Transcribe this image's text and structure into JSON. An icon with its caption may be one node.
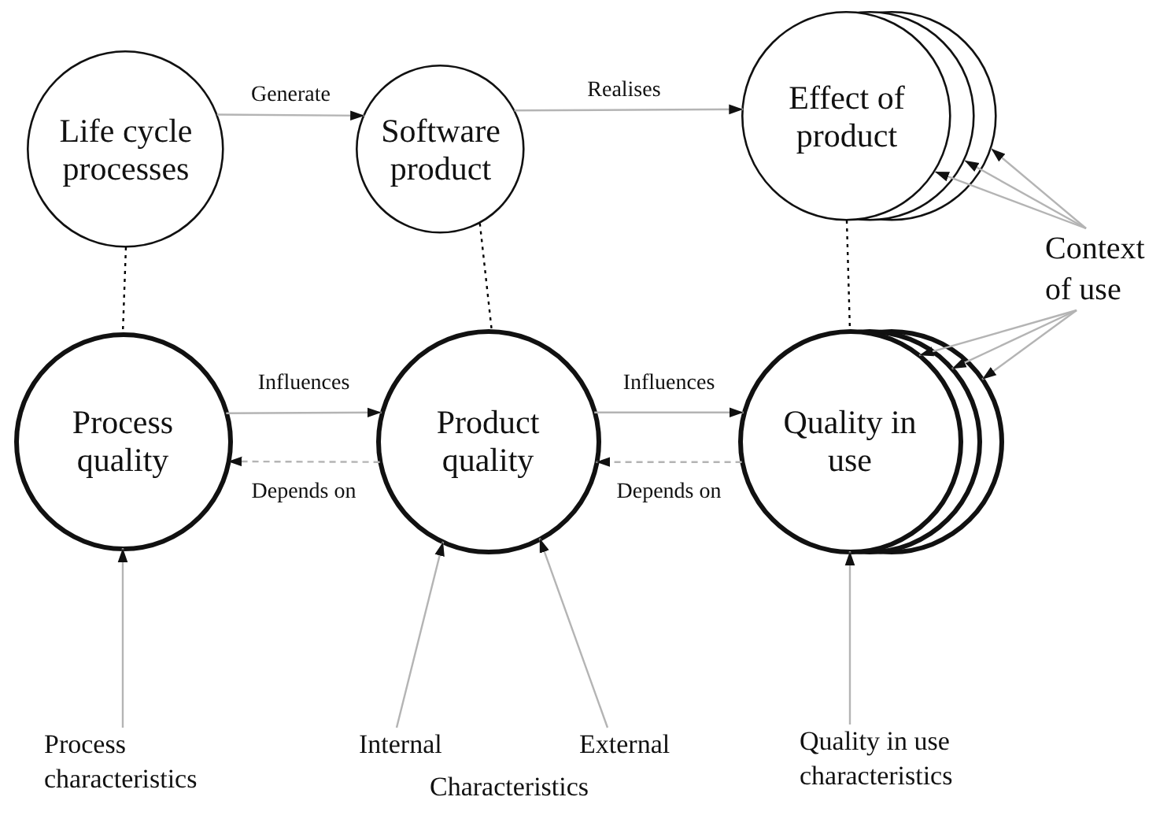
{
  "diagram": {
    "nodes": [
      {
        "text": [
          "Life cycle processes"
        ]
      },
      {
        "text": [
          "Software product"
        ]
      },
      {
        "text": [
          "Effect of product"
        ]
      },
      {
        "text": [
          "Context of use"
        ]
      },
      {
        "text": [
          "Process quality"
        ]
      },
      {
        "text": [
          "Product quality"
        ]
      },
      {
        "text": [
          "Quality in use"
        ]
      },
      {
        "text": [
          "Process characteristics"
        ]
      },
      {
        "text": [
          "Internal"
        ]
      },
      {
        "text": [
          "External"
        ]
      },
      {
        "text": [
          "Quality in use characteristics"
        ]
      }
    ],
    "edges": [
      {
        "from": 0,
        "to": 1,
        "arrow": "to",
        "label": "Generate"
      },
      {
        "from": 1,
        "to": 2,
        "arrow": "to",
        "label": "Realises"
      },
      {
        "from": 0,
        "to": 4,
        "arrow": "none",
        "style": "dashed",
        "color": "#000000"
      },
      {
        "from": 1,
        "to": 5,
        "arrow": "none",
        "style": "dashed",
        "color": "#000000"
      },
      {
        "from": 2,
        "to": 6,
        "arrow": "none",
        "style": "dashed",
        "color": "#000000"
      },
      {
        "from": 4,
        "to": 5,
        "arrow": "to",
        "label": "Influences"
      },
      {
        "from": 5,
        "to": 4,
        "arrow": "to",
        "label": "Depends on",
        "style": "dashed"
      },
      {
        "from": 5,
        "to": 6,
        "arrow": "to",
        "label": "Influences"
      },
      {
        "from": 6,
        "to": 5,
        "arrow": "to",
        "label": "Depends on",
        "style": "dashed"
      },
      {
        "from": 3,
        "to": 2,
        "arrow": "to"
      },
      {
        "from": 3,
        "to": 2,
        "arrow": "to"
      },
      {
        "from": 3,
        "to": 2,
        "arrow": "to"
      },
      {
        "from": 3,
        "to": 6,
        "arrow": "to"
      },
      {
        "from": 3,
        "to": 6,
        "arrow": "to"
      },
      {
        "from": 3,
        "to": 6,
        "arrow": "to"
      },
      {
        "from": 7,
        "to": 4,
        "arrow": "to"
      },
      {
        "from": 8,
        "to": 5,
        "arrow": "to"
      },
      {
        "from": 9,
        "to": 5,
        "arrow": "to"
      },
      {
        "from": 10,
        "to": 6,
        "arrow": "to"
      }
    ],
    "labels": [
      "Characteristics"
    ]
  }
}
